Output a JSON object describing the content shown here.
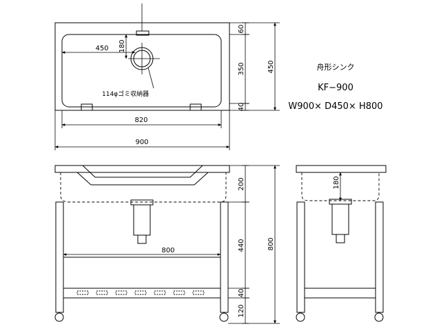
{
  "title_block": {
    "name": "舟形シンク",
    "model": "KF−900",
    "size": "W900× D450× H800"
  },
  "plan_view": {
    "width_label": "900",
    "inner_width_label": "820",
    "drain_x_label": "450",
    "drain_y_label": "180",
    "depth_label": "450",
    "depth_top_label": "60",
    "depth_mid_label": "350",
    "depth_bottom_label": "40",
    "drain_note": "114φゴミ収納器"
  },
  "front_view": {
    "height_label": "800",
    "bowl_label": "200",
    "mid_label": "440",
    "shelf_gap_label": "40",
    "leg_label": "120",
    "shelf_width_label": "800"
  },
  "side_view": {
    "bowl_depth_label": "180"
  }
}
